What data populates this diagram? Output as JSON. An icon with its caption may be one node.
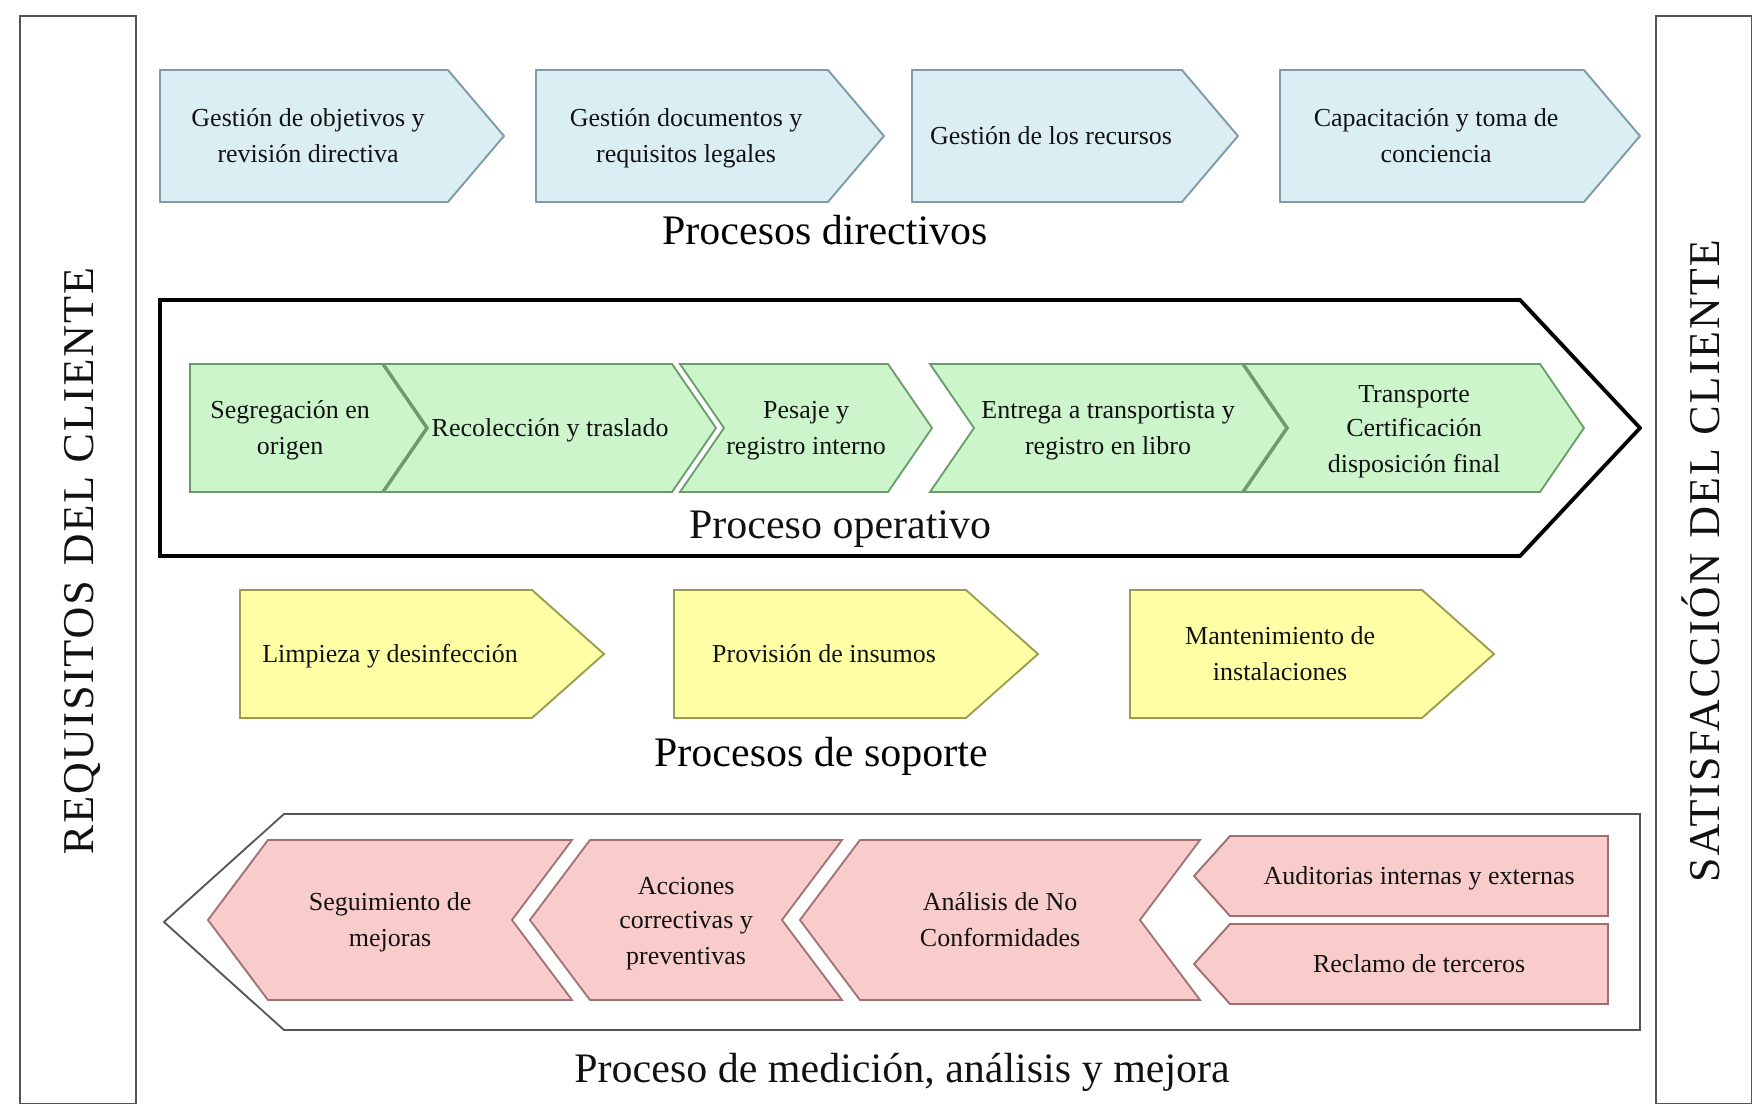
{
  "diagram": {
    "nodes": [
      {
        "text": [
          "REQUISITOS DEL CLIENTE"
        ]
      },
      {
        "text": [
          "Gestión de objetivos y revisión directiva"
        ]
      },
      {
        "text": [
          "Gestión documentos y requisitos legales"
        ]
      },
      {
        "text": [
          "Gestión de los recursos"
        ]
      },
      {
        "text": [
          "Capacitación y toma de conciencia"
        ]
      },
      {
        "text": [
          "Proceso operativo"
        ]
      },
      {
        "text": [
          "Segregación en origen"
        ],
        "in": 5
      },
      {
        "text": [
          "Recolección y traslado"
        ],
        "in": 5
      },
      {
        "text": [
          "Pesaje y registro interno"
        ],
        "in": 5
      },
      {
        "text": [
          "Entrega a transportista y registro en libro"
        ],
        "in": 5
      },
      {
        "text": [
          "Transporte Certificación disposición final"
        ],
        "in": 5
      },
      {
        "text": [
          "Limpieza y desinfección"
        ]
      },
      {
        "text": [
          "Provisión de insumos"
        ]
      },
      {
        "text": [
          "Mantenimiento de instalaciones"
        ]
      },
      {
        "text": [
          "Proceso de medición, análisis y mejora"
        ]
      },
      {
        "text": [
          "Seguimiento de mejoras"
        ],
        "in": 14
      },
      {
        "text": [
          "Acciones correctivas y preventivas"
        ],
        "in": 14
      },
      {
        "text": [
          "Análisis de No Conformidades"
        ],
        "in": 14
      },
      {
        "text": [
          "Auditorias internas y externas"
        ],
        "in": 14
      },
      {
        "text": [
          "Reclamo de terceros"
        ],
        "in": 14
      },
      {
        "text": [
          "SATISFACCIÓN DEL CLIENTE"
        ]
      }
    ],
    "edges": [],
    "labels": [
      "Procesos directivos",
      "Procesos de soporte"
    ]
  }
}
